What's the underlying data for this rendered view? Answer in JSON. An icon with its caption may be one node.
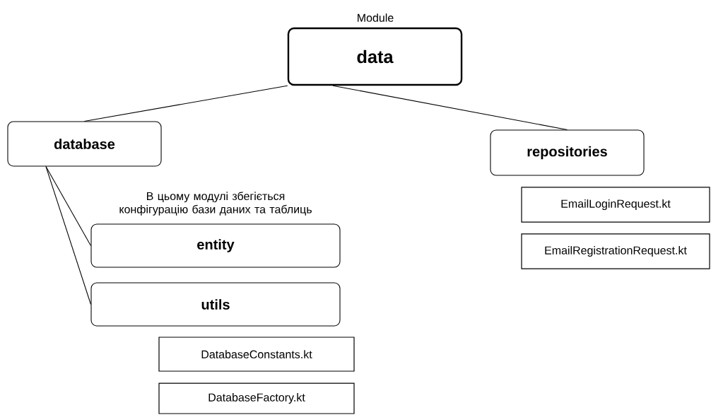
{
  "diagram": {
    "nodes": [
      {
        "text": [
          "data"
        ],
        "beside": [
          "Module"
        ]
      },
      {
        "text": [
          "database"
        ]
      },
      {
        "text": [
          "repositories"
        ]
      },
      {
        "text": [
          "entity"
        ],
        "beside": [
          "В цьому модулі збегіється конфігурацію бази даних та таблиць"
        ]
      },
      {
        "text": [
          "utils"
        ]
      },
      {
        "text": [
          "DatabaseConstants.kt"
        ]
      },
      {
        "text": [
          "DatabaseFactory.kt"
        ]
      },
      {
        "text": [
          "EmailLoginRequest.kt"
        ]
      },
      {
        "text": [
          "EmailRegistrationRequest.kt"
        ]
      }
    ],
    "edges": [
      {
        "from": 0,
        "to": 1,
        "arrow": "none"
      },
      {
        "from": 0,
        "to": 2,
        "arrow": "none"
      },
      {
        "from": 1,
        "to": 3,
        "arrow": "none"
      },
      {
        "from": 1,
        "to": 4,
        "arrow": "none"
      }
    ]
  }
}
